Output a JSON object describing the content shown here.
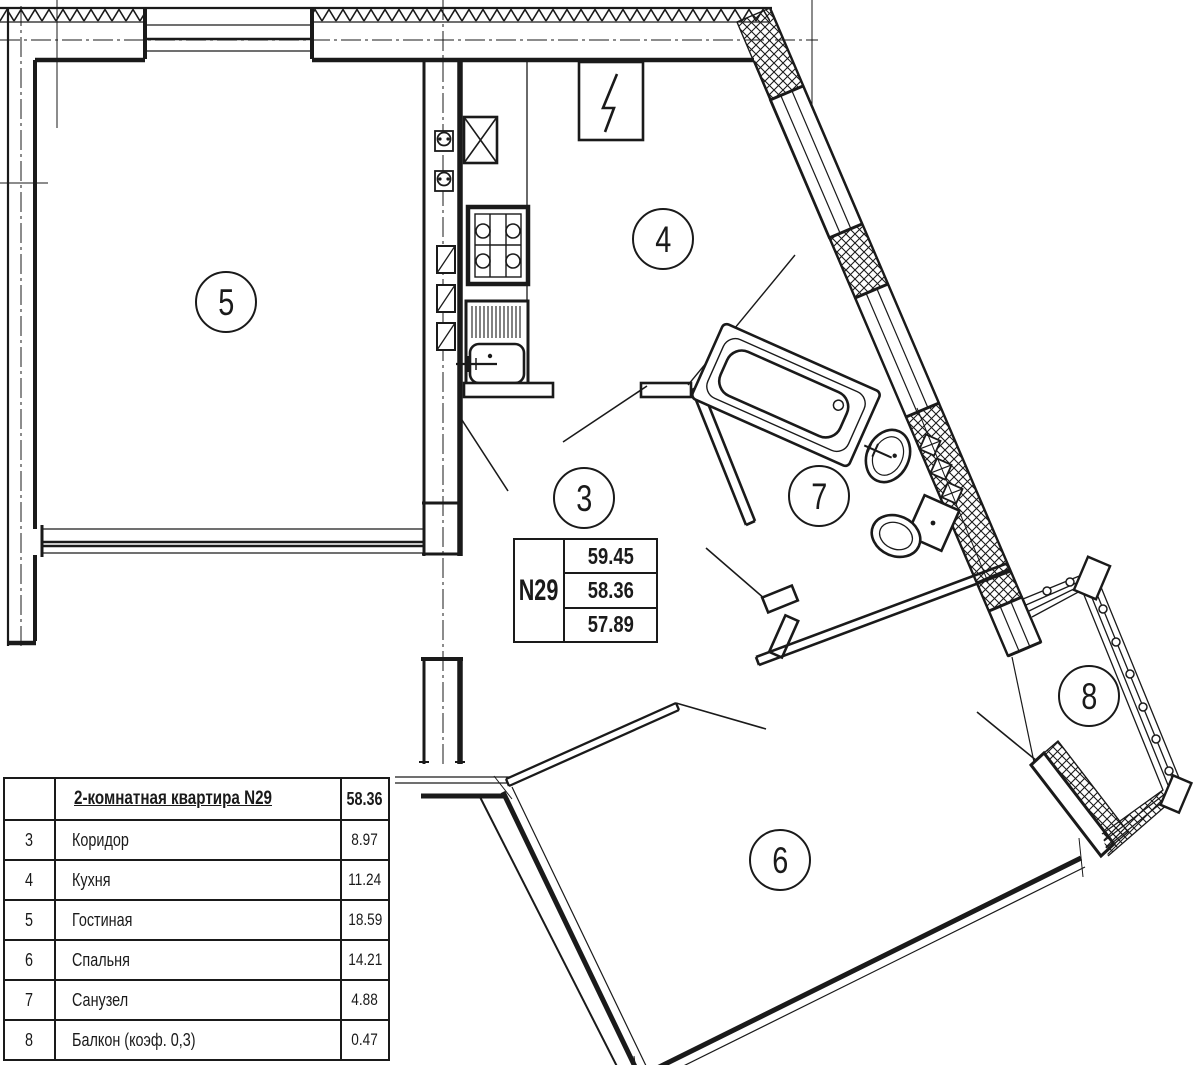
{
  "stamp": {
    "unit_label": "N29",
    "total_area": "59.45",
    "area": "58.36",
    "living_area": "57.89"
  },
  "table": {
    "title": "2-комнатная квартира N29",
    "total_area": "58.36"
  },
  "rooms": [
    {
      "number": "3",
      "name": "Коридор",
      "area": "8.97"
    },
    {
      "number": "4",
      "name": "Кухня",
      "area": "11.24"
    },
    {
      "number": "5",
      "name": "Гостиная",
      "area": "18.59"
    },
    {
      "number": "6",
      "name": "Спальня",
      "area": "14.21"
    },
    {
      "number": "7",
      "name": "Санузел",
      "area": "4.88"
    },
    {
      "number": "8",
      "name": "Балкон (коэф. 0,3)",
      "area": "0.47"
    }
  ],
  "colors": {
    "ink": "#1a1a1a",
    "paper": "#ffffff"
  }
}
